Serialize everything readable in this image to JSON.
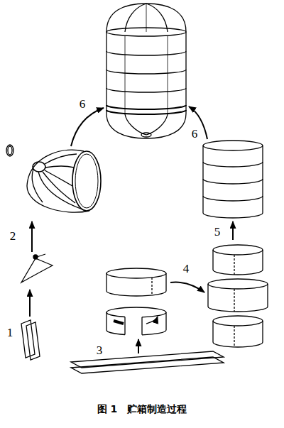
{
  "diagram": {
    "caption": "图 1　贮箱制造过程",
    "labels": [
      "6",
      "6",
      "2",
      "5",
      "4",
      "1",
      "3"
    ]
  }
}
